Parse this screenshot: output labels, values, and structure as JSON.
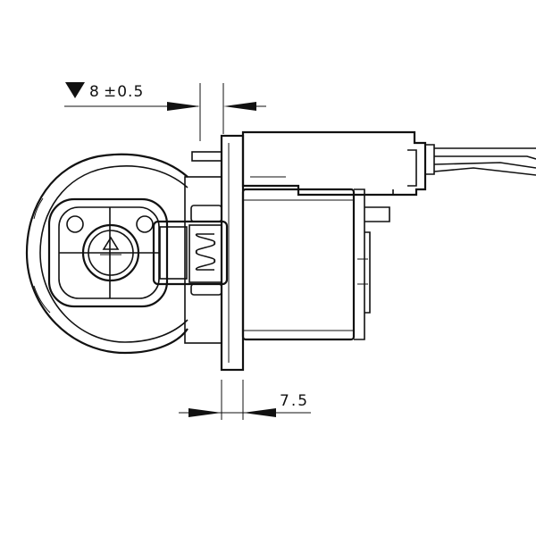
{
  "dimensions": {
    "top": {
      "symbol": "▼",
      "value": "8",
      "tolerance": "±0.5"
    },
    "bottom": {
      "value": "7.5"
    }
  },
  "emblem_text": "",
  "colors": {
    "line": "#111111",
    "background": "#ffffff"
  }
}
